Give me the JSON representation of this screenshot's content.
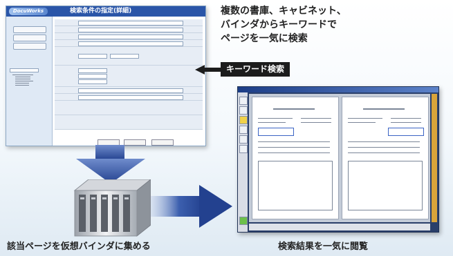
{
  "headline": {
    "lines": [
      "複数の書庫、キャビネット、",
      "バインダからキーワードで",
      "ページを一気に検索"
    ]
  },
  "keyword_label": "キーワード検索",
  "captions": {
    "left": "該当ページを仮想バインダに集める",
    "right": "検索結果を一気に閲覧"
  },
  "search_screen": {
    "title": "検索条件の指定(詳細)",
    "logo": "DocuWorks"
  },
  "colors": {
    "arrow_blue": "#23418f",
    "header_blue": "#2a55a8",
    "label_bg": "#1c1c1c"
  },
  "icons": [
    "server-icon",
    "arrow-down-icon",
    "arrow-right-icon",
    "viewer-window-icon"
  ]
}
